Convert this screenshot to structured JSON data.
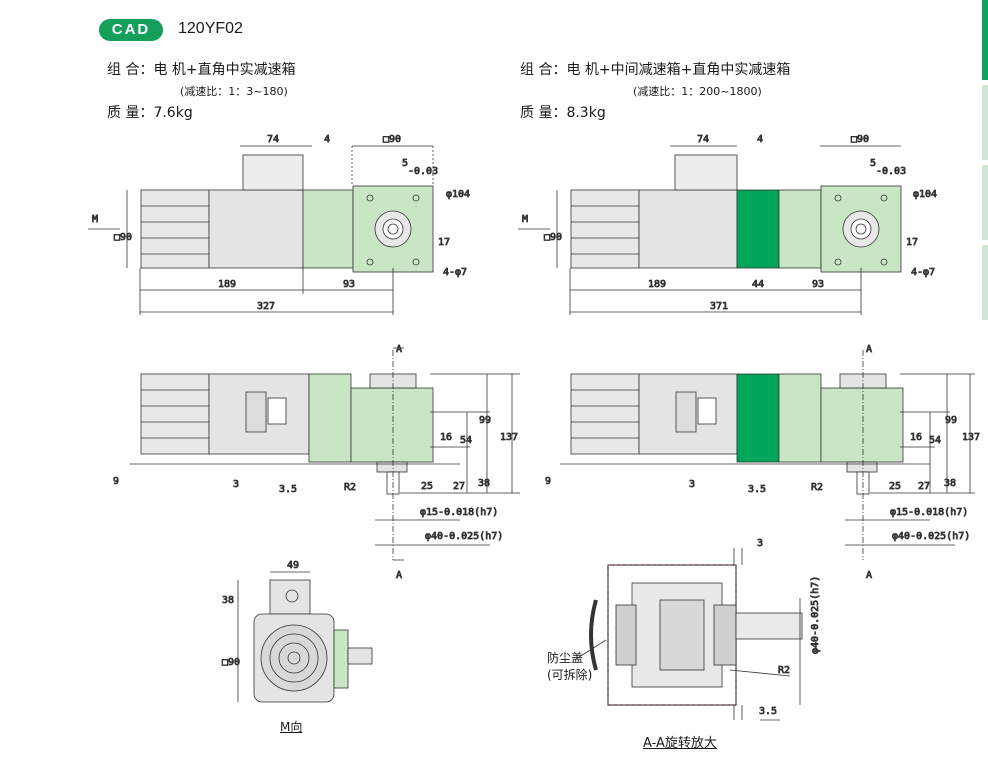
{
  "header": {
    "badge": "CAD",
    "model": "120YF02"
  },
  "left": {
    "combo": "组 合：电 机+直角中实减速箱",
    "ratio": "(减速比：1：3~180)",
    "mass": "质 量：7.6kg",
    "dims": {
      "d74": "74",
      "d4": "4",
      "sq90": "□90",
      "tol5": "5",
      "tol5b": "-0.03",
      "d104": "φ104",
      "d17": "17",
      "d7": "4-φ7",
      "d189": "189",
      "d93": "93",
      "d327": "327",
      "m": "M",
      "s90": "□90"
    }
  },
  "right": {
    "combo": "组 合：电 机+中间减速箱+直角中实减速箱",
    "ratio": "(减速比：1：200~1800)",
    "mass": "质 量：8.3kg",
    "dims": {
      "d74": "74",
      "d4": "4",
      "sq90": "□90",
      "tol5": "5",
      "tol5b": "-0.03",
      "d104": "φ104",
      "d17": "17",
      "d7": "4-φ7",
      "d189": "189",
      "d44": "44",
      "d93": "93",
      "d371": "371",
      "m": "M",
      "s90": "□90"
    }
  },
  "side": {
    "a": "A",
    "d16": "16",
    "d54": "54",
    "d99": "99",
    "d137": "137",
    "d9": "9",
    "d3": "3",
    "d35": "3.5",
    "r2": "R2",
    "d25": "25",
    "d27": "27",
    "d38": "38",
    "phi15": "φ15-0.018(h7)",
    "phi40": "φ40-0.025(h7)"
  },
  "mview": {
    "d49": "49",
    "d38": "38",
    "sq90": "□90",
    "caption": "M向"
  },
  "section": {
    "d3": "3",
    "d35": "3.5",
    "r2": "R2",
    "phi40": "φ40-0.025(h7)",
    "cover1": "防尘盖",
    "cover2": "(可拆除)",
    "caption": "A-A旋转放大"
  }
}
